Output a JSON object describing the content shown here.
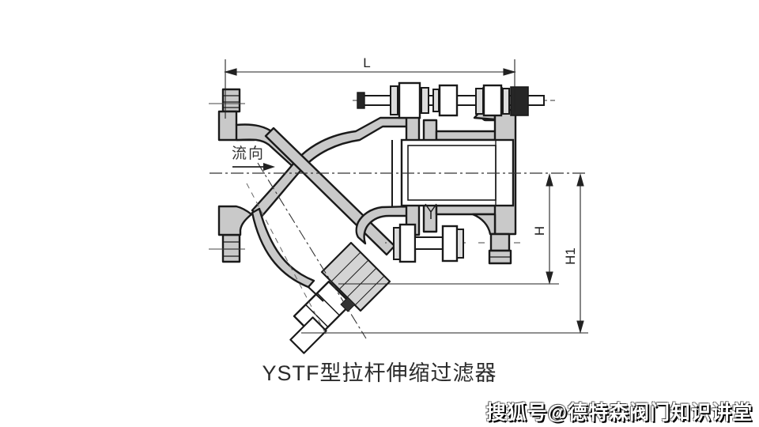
{
  "diagram": {
    "caption": "YSTF型拉杆伸缩过滤器",
    "flow_label": "流向",
    "dim_length": "L",
    "dim_height": "H",
    "dim_height1": "H1",
    "watermark": "搜狐号@德特森阀门知识讲堂",
    "colors": {
      "background": "#ffffff",
      "line": "#1a1a1a",
      "wall_fill": "#c9c9c9",
      "plug_fill": "#d4d4d4",
      "hardware_dark": "#262626",
      "washer_fill": "#dcdcdc",
      "caption_text": "#2b2b2b",
      "watermark_text": "#ffffff",
      "watermark_shadow": "#000000"
    }
  }
}
